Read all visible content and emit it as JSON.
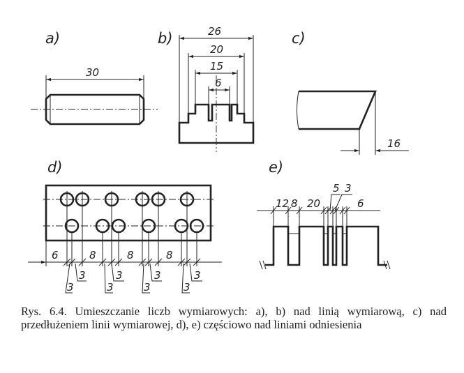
{
  "panels": {
    "a": {
      "label": "a)",
      "dims": [
        "30"
      ]
    },
    "b": {
      "label": "b)",
      "dims": [
        "26",
        "20",
        "15",
        "6"
      ]
    },
    "c": {
      "label": "c)",
      "dims": [
        "16"
      ]
    },
    "d": {
      "label": "d)",
      "dims": [
        "6",
        "8",
        "8",
        "8",
        "3",
        "3",
        "3",
        "3",
        "3",
        "3",
        "3",
        "3"
      ]
    },
    "e": {
      "label": "e)",
      "dims": [
        "12",
        "8",
        "20",
        "5",
        "3",
        "6"
      ]
    }
  },
  "caption": "Rys. 6.4. Umieszczanie liczb wymiarowych: a), b) nad linią wymiarową, c) nad przedłużeniem linii wymiarowej, d), e) częściowo nad liniami odniesienia"
}
